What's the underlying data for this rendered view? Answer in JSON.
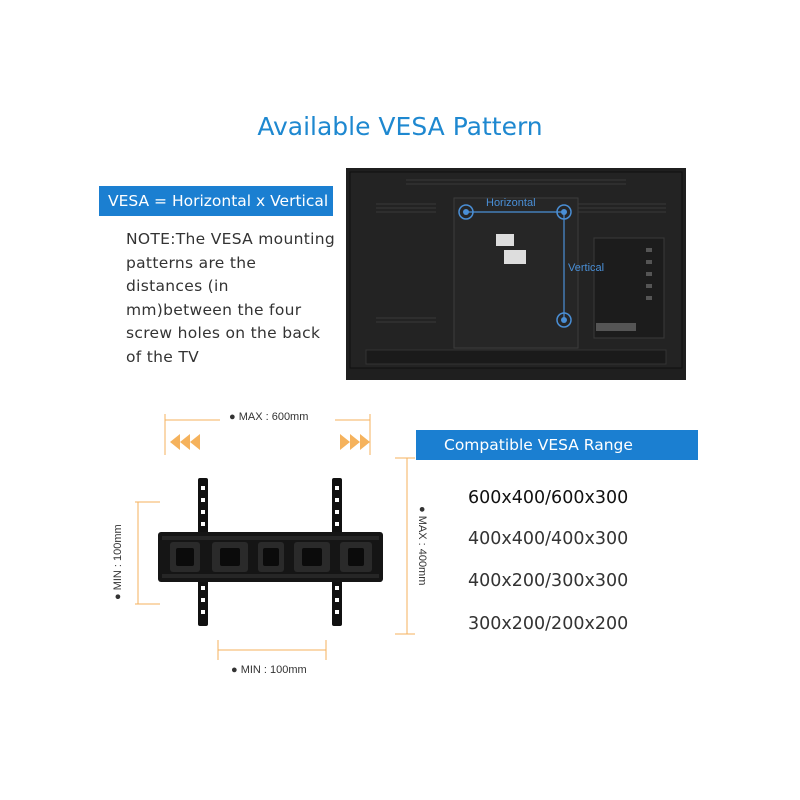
{
  "heading": "Available VESA Pattern",
  "formula_banner": "VESA = Horizontal x Vertical",
  "note": "NOTE:The VESA mounting patterns are the distances (in mm)between the four screw holes on the back of the TV",
  "tv_labels": {
    "horizontal": "Horizontal",
    "vertical": "Vertical"
  },
  "dimensions": {
    "max_width": "MAX : 600mm",
    "min_width": "MIN : 100mm",
    "max_height": "MAX : 400mm",
    "min_height": "MIN : 100mm"
  },
  "range_banner": "Compatible VESA Range",
  "vesa_range": [
    "600x400/600x300",
    "400x400/400x300",
    "400x200/300x300",
    "300x200/200x200"
  ],
  "colors": {
    "accent": "#1b7fd1",
    "arrows": "#f5b25c",
    "bracket": "#111111"
  }
}
